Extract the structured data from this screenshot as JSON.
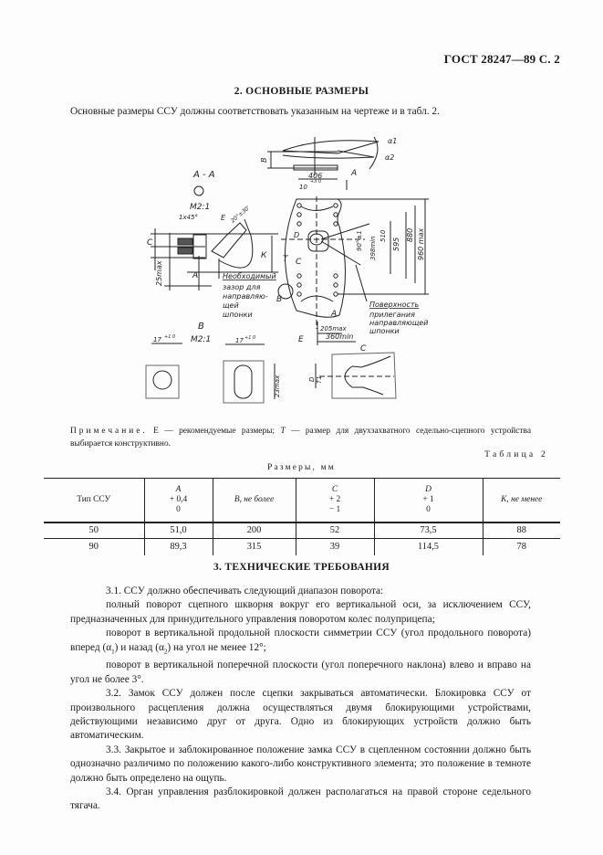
{
  "header": {
    "doc_ref": "ГОСТ 28247—89 С. 2"
  },
  "section2": {
    "title": "2.  ОСНОВНЫЕ РАЗМЕРЫ",
    "intro": "Основные размеры ССУ должны соответствовать указанным на чертеже и в табл. 2."
  },
  "drawing": {
    "section_aa": "А - А",
    "scale_a": "М2:1",
    "chamfer": "1x45°",
    "angle": "20°±30'",
    "label_e": "Е",
    "label_c": "С",
    "label_k": "К",
    "label_t": "Т",
    "label_a": "А",
    "dim_25max": "25max",
    "gap_note": [
      "Необходимый",
      "зазор для",
      "направляю-",
      "щей",
      "шпонки"
    ],
    "label_b": "В",
    "dim_406": "406",
    "dim_10": "10",
    "tol_10": "+3 0",
    "alpha1": "α1",
    "alpha2": "α2",
    "label_d": "D",
    "angle_90": "90°±1",
    "dim_398": "398min",
    "dim_510": "510",
    "dim_595": "595",
    "dim_880": "880",
    "dim_960": "960 max",
    "surface_note": [
      "Поверхность",
      "прилегания",
      "направляющей",
      "шпонки"
    ],
    "dim_205": "205max",
    "dim_360": "360min",
    "view_b": "В",
    "scale_b": "М2:1",
    "dim_17a": "17",
    "tol_17a": "+1 0",
    "dim_17b": "17",
    "tol_17b": "+1 0",
    "dim_23": "23max",
    "view_c": "С",
    "label_t1": "Т1"
  },
  "note": {
    "label": "Примечание.",
    "text1": " Е — рекомендуемые размеры; ",
    "t_letter": "Т",
    "text2": " — размер для двухзахватного седельно-сцепного устройства выбирается конструктивно."
  },
  "table": {
    "caption": "Таблица 2",
    "subtitle": "Размеры, мм",
    "headers": [
      {
        "main": "Тип ССУ",
        "l2": "",
        "l3": ""
      },
      {
        "main": "А",
        "l2": "+ 0,4",
        "l3": "0"
      },
      {
        "main": "В, не более",
        "l2": "",
        "l3": ""
      },
      {
        "main": "С",
        "l2": "+ 2",
        "l3": "− 1"
      },
      {
        "main": "D",
        "l2": "+ 1",
        "l3": "0"
      },
      {
        "main": "К, не менее",
        "l2": "",
        "l3": ""
      }
    ],
    "rows": [
      [
        "50",
        "51,0",
        "200",
        "52",
        "73,5",
        "88"
      ],
      [
        "90",
        "89,3",
        "315",
        "39",
        "114,5",
        "78"
      ]
    ]
  },
  "section3": {
    "title": "3.  ТЕХНИЧЕСКИЕ ТРЕБОВАНИЯ",
    "p1": "3.1.  ССУ должно обеспечивать следующий диапазон поворота:",
    "p2": "полный поворот сцепного шкворня вокруг его вертикальной оси, за исключением ССУ, предназначенных для принудительного управления поворотом колес полуприцепа;",
    "p3a": "поворот в вертикальной продольной плоскости симметрии ССУ (угол продольного поворота) вперед (α",
    "p3b": ") и назад (α",
    "p3c": ") на угол не менее 12°;",
    "p4": "поворот в вертикальной поперечной плоскости (угол поперечного наклона) влево и вправо на угол не более 3°.",
    "p5": "3.2.  Замок ССУ должен после сцепки закрываться автоматически. Блокировка ССУ от произвольного расцепления должна осуществляться двумя блокирующими устройствами, действующими независимо друг от друга. Одно из блокирующих устройств должно быть автоматическим.",
    "p6": "3.3.  Закрытое и заблокированное положение замка ССУ в сцепленном состоянии должно быть однозначно различимо по положению какого-либо конструктивного элемента; это положение в темноте должно быть определено на ощупь.",
    "p7": "3.4.  Орган управления разблокировкой должен располагаться на правой стороне седельного тягача."
  }
}
